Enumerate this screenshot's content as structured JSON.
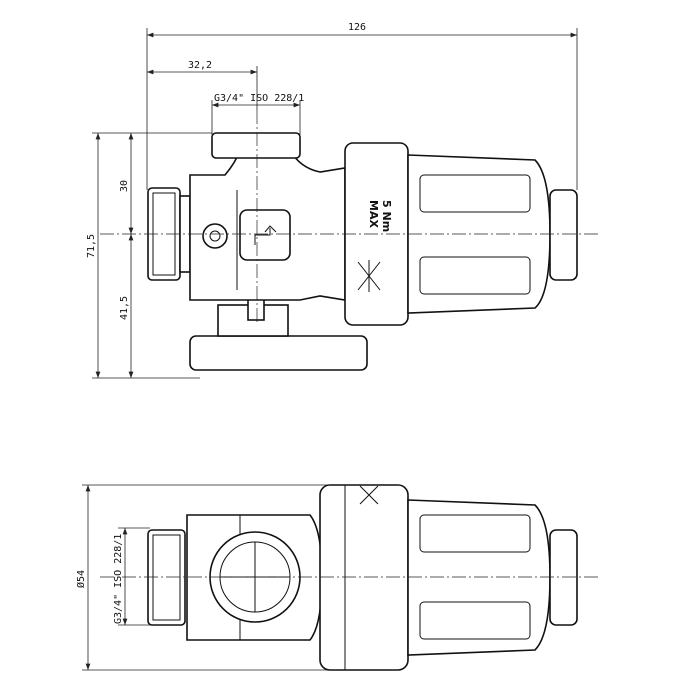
{
  "top_view": {
    "overall_length": "126",
    "port_offset": "32,2",
    "top_thread": "G3/4\" ISO 228/1",
    "height_upper": "30",
    "height_total": "71,5",
    "height_lower": "41,5",
    "torque_marking_line1": "MAX",
    "torque_marking_line2": "5 Nm"
  },
  "bottom_view": {
    "diameter": "Ø54",
    "side_thread": "G3/4\" ISO 228/1"
  }
}
